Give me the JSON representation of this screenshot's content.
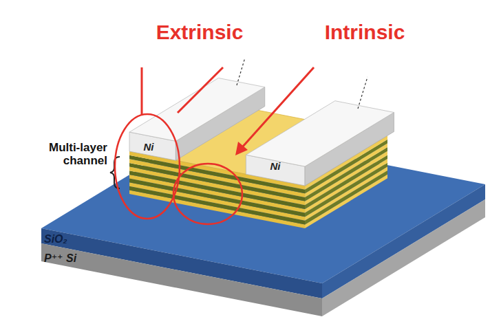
{
  "diagram": {
    "labels": [
      "Extrinsic",
      "Intrinsic",
      "Multi-layer channel",
      "Ni",
      "Ni",
      "SiO₂",
      "P⁺⁺ Si"
    ]
  }
}
